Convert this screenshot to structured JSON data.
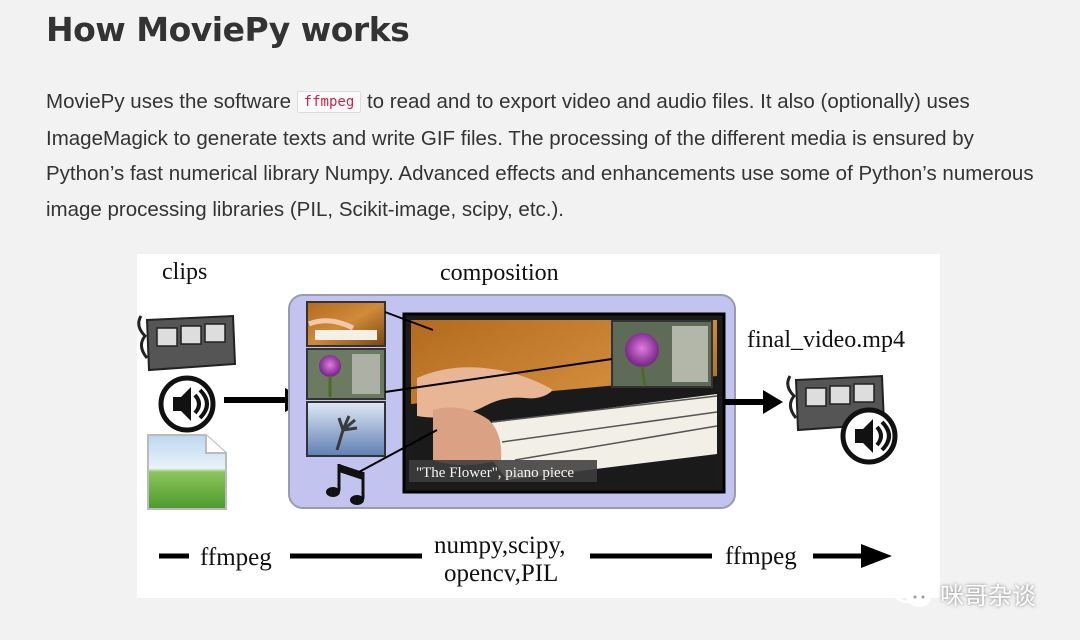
{
  "heading": "How MoviePy works",
  "paragraph": {
    "before_code": "MoviePy uses the software ",
    "code": "ffmpeg",
    "after_code": " to read and to export video and audio files. It also (optionally) uses ImageMagick to generate texts and write GIF files. The processing of the different media is ensured by Python’s fast numerical library Numpy. Advanced effects and enhancements use some of Python’s numerous image processing libraries (PIL, Scikit-image, scipy, etc.)."
  },
  "diagram": {
    "clips_label": "clips",
    "composition_label": "composition",
    "output_label": "final_video.mp4",
    "caption": "\"The Flower\", piano piece",
    "pipeline_left": "ffmpeg",
    "pipeline_middle_line1": "numpy,scipy,",
    "pipeline_middle_line2": "opencv,PIL",
    "pipeline_right": "ffmpeg"
  },
  "watermark": {
    "text": "咪哥杂谈",
    "icon": "wechat-icon"
  },
  "colors": {
    "composition_panel": "#c3c3f0",
    "code_text": "#c7254e"
  }
}
